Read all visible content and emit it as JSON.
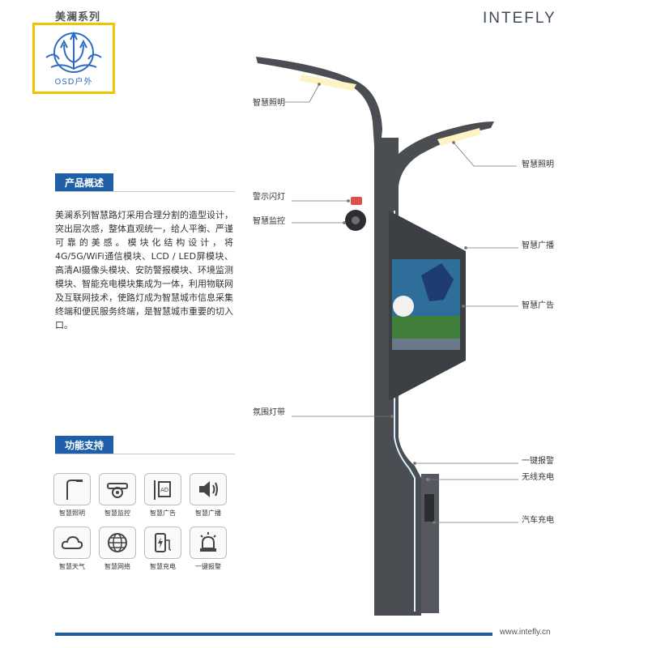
{
  "header": {
    "series_title": "美澜系列",
    "brand": "INTEFLY"
  },
  "logo": {
    "text": "OSD户外"
  },
  "overview": {
    "heading": "产品概述",
    "description": "美澜系列智慧路灯采用合理分割的造型设计，突出层次感，整体直观统一，给人平衡、严谨可靠的美感。模块化结构设计，将4G/5G/WiFi通信模块、LCD / LED屏模块、高清AI摄像头模块、安防警报模块、环境监测模块、智能充电模块集成为一体，利用物联网及互联网技术，使路灯成为智慧城市信息采集终端和便民服务终端，是智慧城市重要的切入口。"
  },
  "features": {
    "heading": "功能支持",
    "items": [
      {
        "label": "智慧照明",
        "icon": "street-light-icon"
      },
      {
        "label": "智慧监控",
        "icon": "camera-icon"
      },
      {
        "label": "智慧广告",
        "icon": "ad-screen-icon"
      },
      {
        "label": "智慧广播",
        "icon": "speaker-icon"
      },
      {
        "label": "智慧天气",
        "icon": "weather-icon"
      },
      {
        "label": "智慧网络",
        "icon": "globe-icon"
      },
      {
        "label": "智慧充电",
        "icon": "charging-icon"
      },
      {
        "label": "一键报警",
        "icon": "alarm-icon"
      }
    ]
  },
  "callouts": {
    "lighting_left": "智慧照明",
    "lighting_right": "智慧照明",
    "warning_light": "警示闪灯",
    "monitoring": "智慧监控",
    "broadcast": "智慧广播",
    "advertising": "智慧广告",
    "ambient_strip": "氛围灯带",
    "sos": "一键报警",
    "wireless_charge": "无线充电",
    "car_charge": "汽车充电"
  },
  "footer": {
    "url": "www.intefly.cn"
  },
  "colors": {
    "accent": "#1f5fa8",
    "pole": "#4a4d52",
    "logo_border": "#f2c300"
  }
}
